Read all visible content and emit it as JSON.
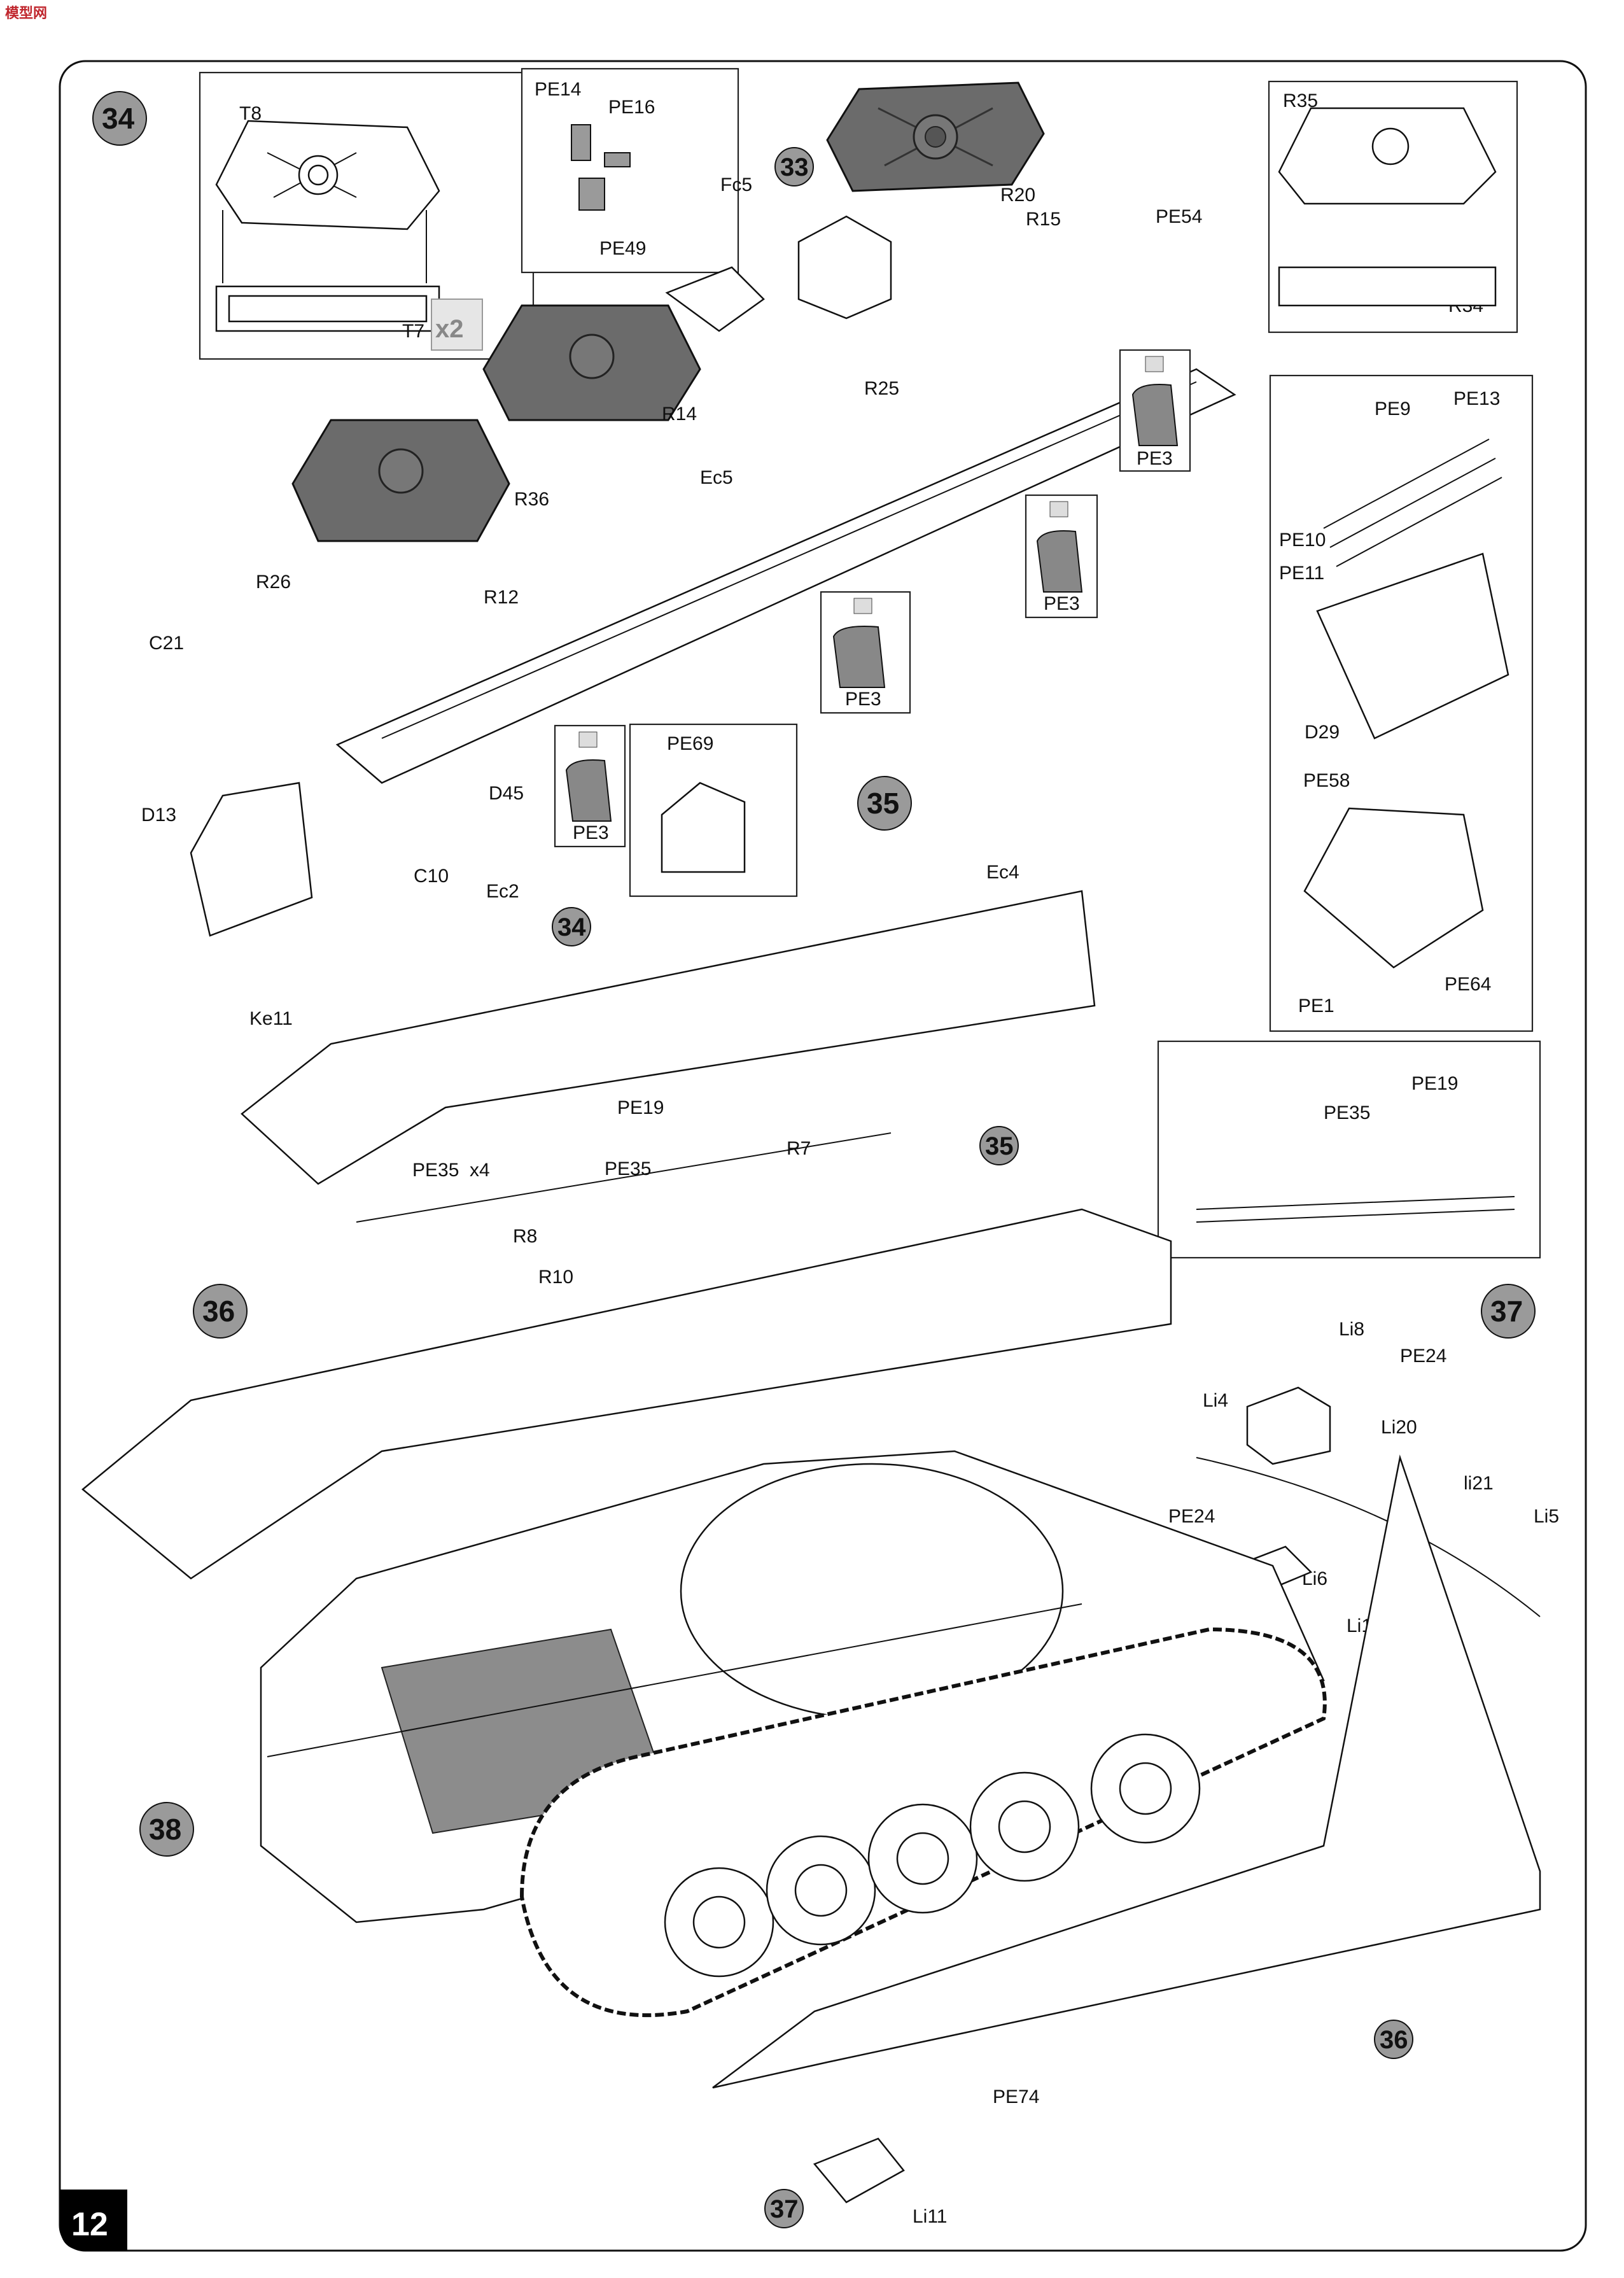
{
  "watermark": "模型网",
  "page_number": "12",
  "steps": {
    "s34": "34",
    "s35": "35",
    "s36": "36",
    "s37": "37",
    "s38": "38",
    "ref33": "33",
    "ref34": "34",
    "ref35": "35",
    "ref36": "36",
    "ref37": "37"
  },
  "multipliers": {
    "t7": "x2",
    "pe35": "x4"
  },
  "parts": {
    "T8": "T8",
    "T7": "T7",
    "PE14": "PE14",
    "PE16": "PE16",
    "PE49": "PE49",
    "Fc5": "Fc5",
    "R20": "R20",
    "R15": "R15",
    "PE54": "PE54",
    "R35": "R35",
    "R34": "R34",
    "R36": "R36",
    "R14": "R14",
    "Ec5": "Ec5",
    "R25": "R25",
    "PE9": "PE9",
    "PE13": "PE13",
    "PE10": "PE10",
    "PE11": "PE11",
    "R26": "R26",
    "R12": "R12",
    "C21": "C21",
    "D13": "D13",
    "D45": "D45",
    "D29": "D29",
    "PE3a": "PE3",
    "PE3b": "PE3",
    "PE3c": "PE3",
    "PE3d": "PE3",
    "PE69": "PE69",
    "PE58": "PE58",
    "C10": "C10",
    "Ec2": "Ec2",
    "Ec4": "Ec4",
    "Ke11": "Ke11",
    "PE64": "PE64",
    "PE1": "PE1",
    "PE19a": "PE19",
    "PE19b": "PE19",
    "PE35a": "PE35",
    "PE35b": "PE35",
    "PE35c": "PE35",
    "R7": "R7",
    "R8": "R8",
    "R10": "R10",
    "Li8": "Li8",
    "PE24a": "PE24",
    "PE24b": "PE24",
    "Li4": "Li4",
    "Li20": "Li20",
    "li21": "li21",
    "Li5": "Li5",
    "Li6": "Li6",
    "Li10": "Li10",
    "PE74": "PE74",
    "Li11": "Li11"
  },
  "icons": {
    "photo_etch_marker": "pe-up-arrow-icon"
  },
  "colors": {
    "part_grey": "#6b6b6b",
    "line": "#111111",
    "watermark_red": "#c0262d",
    "step_circle": "#9a9a9a"
  }
}
